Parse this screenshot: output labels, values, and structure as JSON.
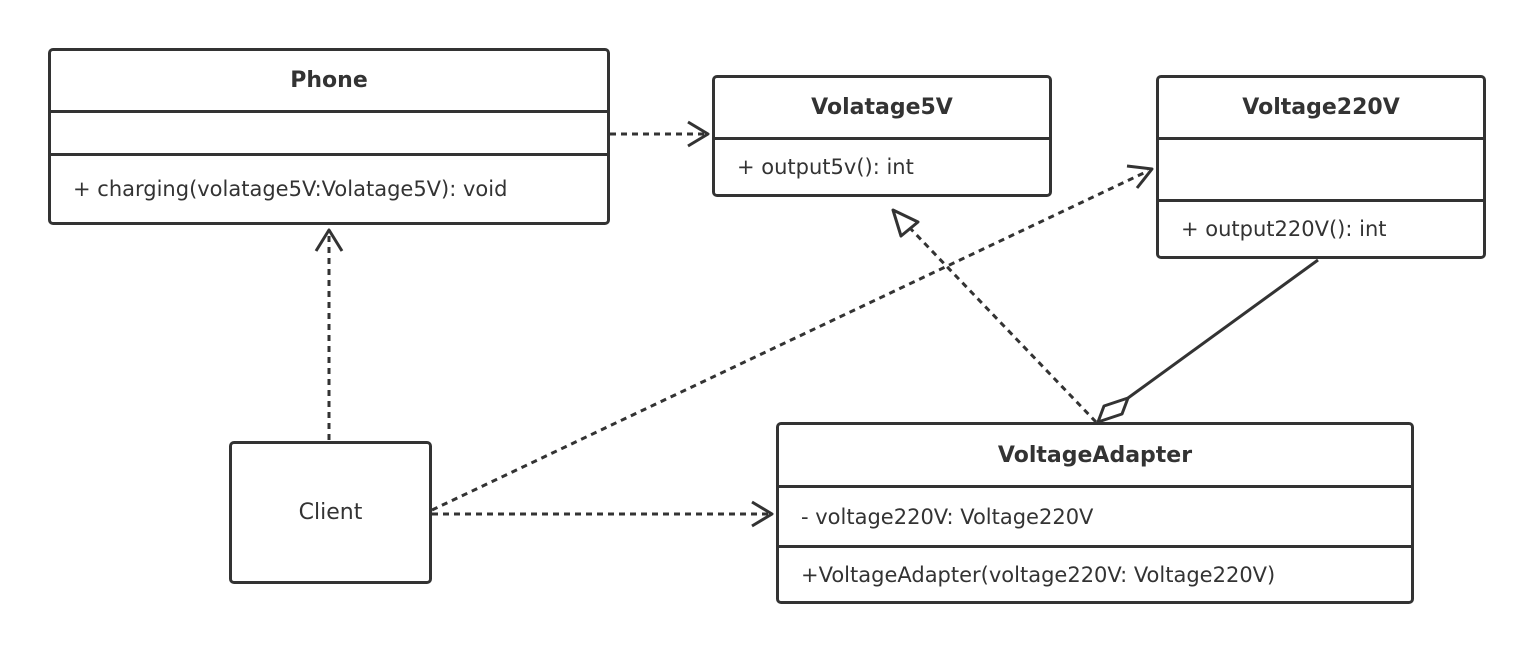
{
  "diagram": {
    "classes": {
      "phone": {
        "name": "Phone",
        "attributes": "",
        "methods": "+ charging(volatage5V:Volatage5V): void"
      },
      "volatage5v": {
        "name": "Volatage5V",
        "methods": "+ output5v(): int"
      },
      "voltage220v": {
        "name": "Voltage220V",
        "attributes": "",
        "methods": "+ output220V(): int"
      },
      "adapter": {
        "name": "VoltageAdapter",
        "attributes": "- voltage220V: Voltage220V",
        "methods": "+VoltageAdapter(voltage220V: Voltage220V)"
      },
      "client": {
        "name": "Client"
      }
    },
    "relationships": [
      {
        "from": "Phone",
        "to": "Volatage5V",
        "kind": "dependency"
      },
      {
        "from": "Client",
        "to": "Phone",
        "kind": "dependency"
      },
      {
        "from": "Client",
        "to": "Voltage220V",
        "kind": "dependency"
      },
      {
        "from": "Client",
        "to": "VoltageAdapter",
        "kind": "dependency"
      },
      {
        "from": "VoltageAdapter",
        "to": "Volatage5V",
        "kind": "realization"
      },
      {
        "from": "VoltageAdapter",
        "to": "Voltage220V",
        "kind": "aggregation"
      }
    ],
    "line_color": "#333333"
  }
}
